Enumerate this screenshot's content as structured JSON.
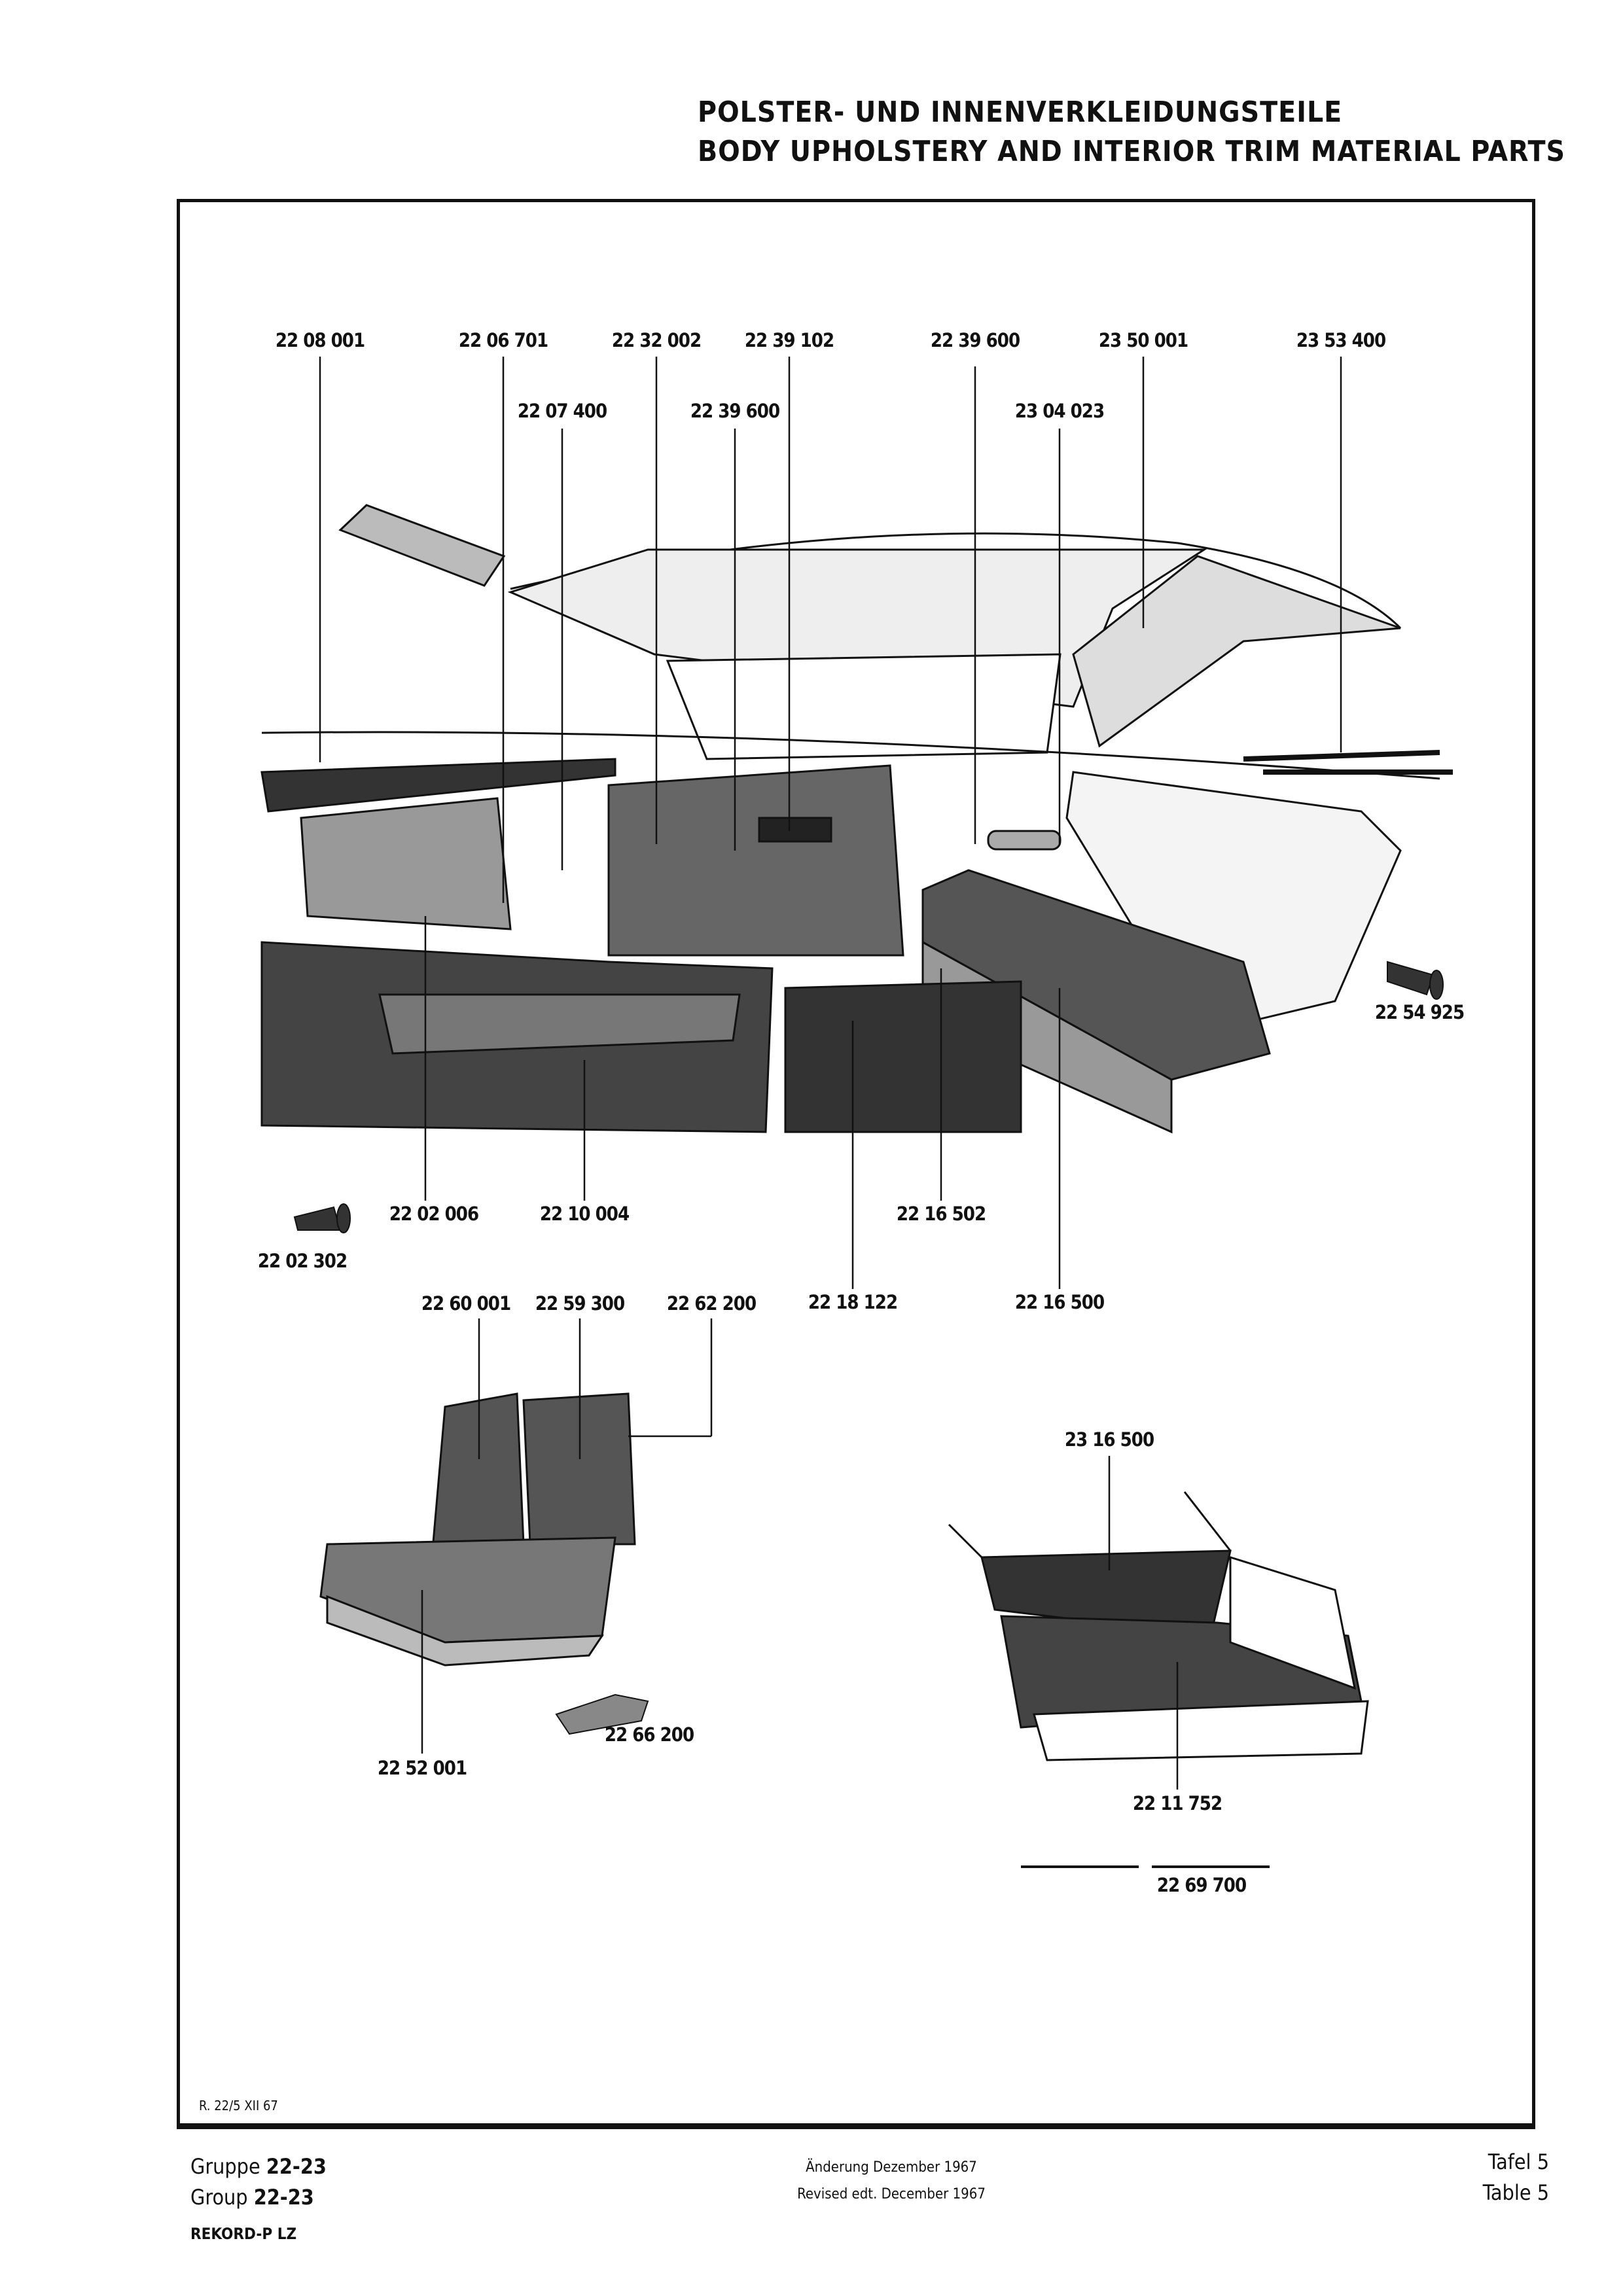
{
  "header": {
    "title_de": "POLSTER- UND INNENVERKLEIDUNGSTEILE",
    "title_en": "BODY UPHOLSTERY AND INTERIOR TRIM MATERIAL PARTS"
  },
  "part_labels": {
    "p2208001": "22 08 001",
    "p2206701": "22 06 701",
    "p2232002": "22 32 002",
    "p2239102": "22 39 102",
    "p2239600a": "22 39 600",
    "p2350001": "23 50 001",
    "p2353400": "23 53 400",
    "p2207400": "22 07 400",
    "p2239600b": "22 39 600",
    "p2304023": "23 04 023",
    "p2254925": "22 54 925",
    "p2202006": "22 02 006",
    "p2210004": "22 10 004",
    "p2216502": "22 16 502",
    "p2202302": "22 02 302",
    "p2218122": "22 18 122",
    "p2216500": "22 16 500",
    "p2260001": "22 60 001",
    "p2259300": "22 59 300",
    "p2262200": "22 62 200",
    "p2316500": "23 16 500",
    "p2252001": "22 52 001",
    "p2266200": "22 66 200",
    "p2211752": "22 11 752",
    "p2269700": "22 69 700"
  },
  "frame_note": "R. 22/5 XII 67",
  "footer": {
    "gruppe_label": "Gruppe",
    "gruppe_value": "22-23",
    "group_label": "Group",
    "group_value": "22-23",
    "model": "REKORD-P LZ",
    "change_de": "Änderung Dezember 1967",
    "change_en": "Revised edt. December 1967",
    "tafel": "Tafel 5",
    "table": "Table 5"
  }
}
